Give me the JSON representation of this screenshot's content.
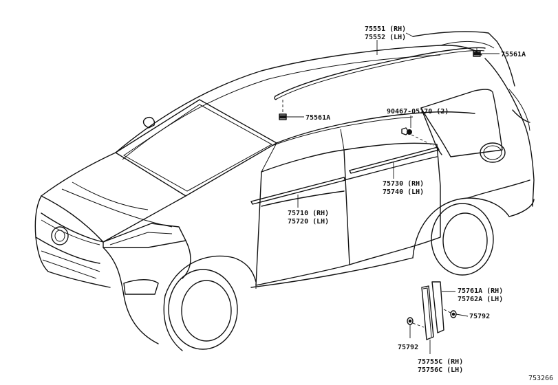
{
  "labels": {
    "roof_rail_rh": "75551 (RH)",
    "roof_rail_lh": "75552 (LH)",
    "clip_rear": "75561A",
    "clip_front": "75561A",
    "screw": "90467-05170 (2)",
    "rear_door_moulding_rh": "75730 (RH)",
    "rear_door_moulding_lh": "75740 (LH)",
    "front_door_moulding_rh": "75710 (RH)",
    "front_door_moulding_lh": "75720 (LH)",
    "pillar_garnish_rh": "75761A (RH)",
    "pillar_garnish_lh": "75762A (LH)",
    "clip_right": "75792",
    "clip_left": "75792",
    "lower_garnish_rh": "75755C (RH)",
    "lower_garnish_lh": "75756C (LH)",
    "diagram_id": "753266"
  }
}
